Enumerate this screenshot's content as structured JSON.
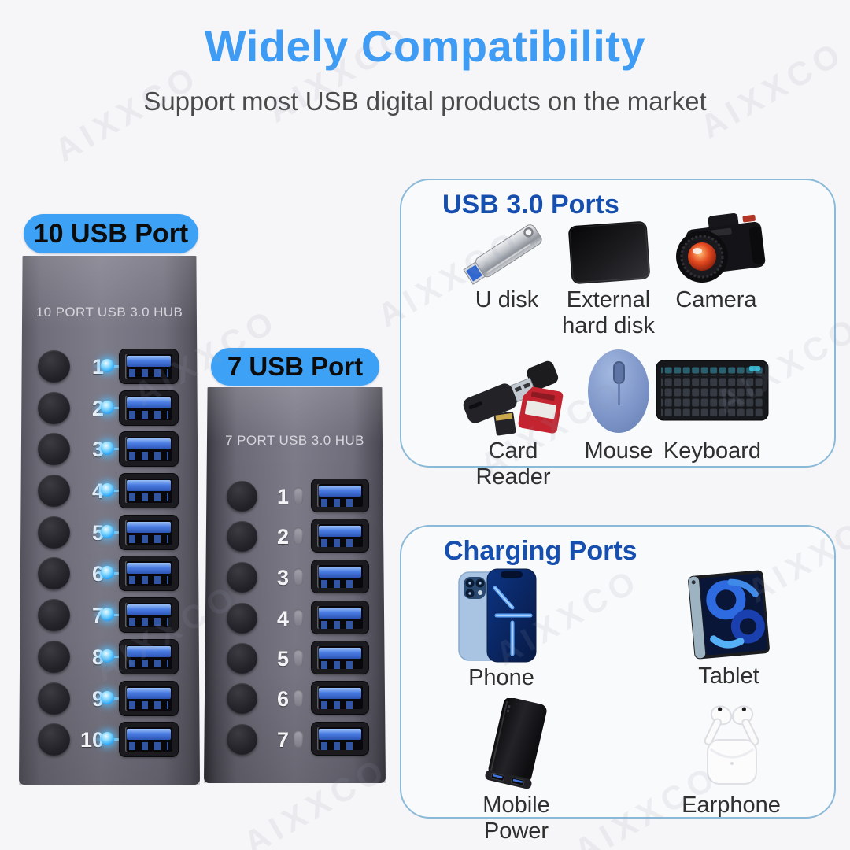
{
  "header": {
    "title": "Widely Compatibility",
    "subtitle": "Support most USB digital products on the market"
  },
  "watermark": {
    "text": "AIXXCO"
  },
  "colors": {
    "heading_blue": "#3f9cf4",
    "badge_blue": "#3da2f6",
    "panel_title_blue": "#164fae",
    "panel_border_blue": "#8bbad9",
    "led_on_blue": "#4fc0ff",
    "usb_tongue_blue": "#4a7ce2",
    "hub_body_gray": "#7d7b88",
    "page_background": "#f6f5f7"
  },
  "hubs": [
    {
      "badge": "10 USB Port",
      "body_label": "10 PORT USB 3.0 HUB",
      "led_style": "glowing-blue",
      "ports": [
        {
          "num": "1"
        },
        {
          "num": "2"
        },
        {
          "num": "3"
        },
        {
          "num": "4"
        },
        {
          "num": "5"
        },
        {
          "num": "6"
        },
        {
          "num": "7"
        },
        {
          "num": "8"
        },
        {
          "num": "9"
        },
        {
          "num": "10"
        }
      ]
    },
    {
      "badge": "7 USB Port",
      "body_label": "7 PORT USB 3.0 HUB",
      "led_style": "unlit-gray",
      "ports": [
        {
          "num": "1"
        },
        {
          "num": "2"
        },
        {
          "num": "3"
        },
        {
          "num": "4"
        },
        {
          "num": "5"
        },
        {
          "num": "6"
        },
        {
          "num": "7"
        }
      ]
    }
  ],
  "panels": [
    {
      "title": "USB 3.0 Ports",
      "items": [
        {
          "label": "U disk",
          "icon": "usb-flash-drive-icon"
        },
        {
          "label": "External hard disk",
          "icon": "external-hard-disk-icon"
        },
        {
          "label": "Camera",
          "icon": "camera-icon"
        },
        {
          "label": "Card Reader",
          "icon": "card-reader-icon"
        },
        {
          "label": "Mouse",
          "icon": "mouse-icon"
        },
        {
          "label": "Keyboard",
          "icon": "keyboard-icon"
        }
      ]
    },
    {
      "title": "Charging Ports",
      "items": [
        {
          "label": "Phone",
          "icon": "phone-icon"
        },
        {
          "label": "Tablet",
          "icon": "tablet-icon"
        },
        {
          "label": "Mobile Power",
          "icon": "power-bank-icon"
        },
        {
          "label": "Earphone",
          "icon": "earphone-icon"
        }
      ]
    }
  ]
}
